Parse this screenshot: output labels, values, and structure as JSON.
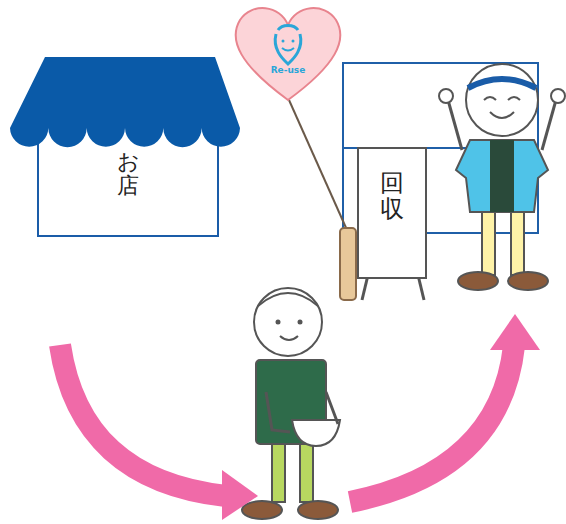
{
  "diagram": {
    "nodes": [
      {
        "text": [
          "お店"
        ]
      },
      {
        "text": [
          "回収"
        ]
      }
    ],
    "labels": [
      "Re-use"
    ]
  }
}
